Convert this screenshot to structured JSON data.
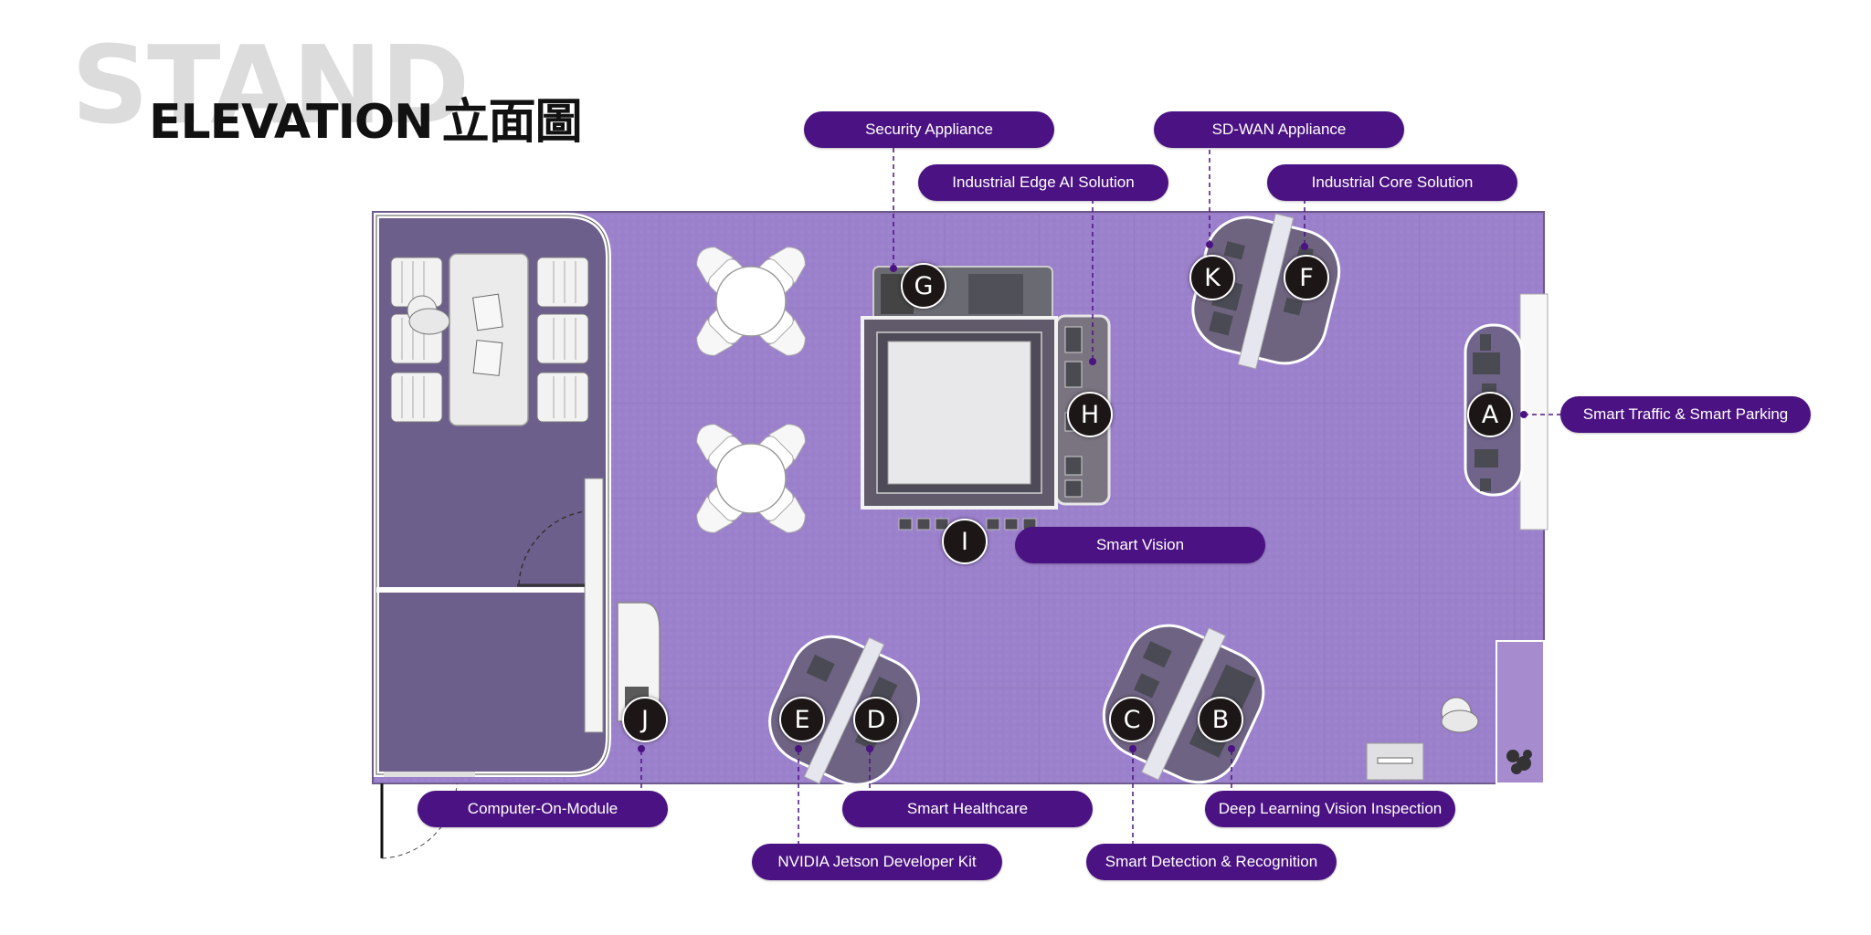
{
  "header": {
    "watermark": "STAND",
    "title": "ELEVATION",
    "title_cjk": "立面圖"
  },
  "colors": {
    "floor": "#9b7fca",
    "label_bg": "#4a1282",
    "marker_bg": "#1c1616",
    "room": "#6e5f8e"
  },
  "zones": {
    "A": {
      "letter": "A",
      "label": "Smart Traffic & Smart Parking"
    },
    "B": {
      "letter": "B",
      "label": "Deep Learning Vision Inspection"
    },
    "C": {
      "letter": "C",
      "label": "Smart Detection & Recognition"
    },
    "D": {
      "letter": "D",
      "label": "Smart Healthcare"
    },
    "E": {
      "letter": "E",
      "label": "NVIDIA Jetson Developer Kit"
    },
    "F": {
      "letter": "F",
      "label": "Industrial Core Solution"
    },
    "G": {
      "letter": "G",
      "label": "Security Appliance"
    },
    "H": {
      "letter": "H",
      "label": "Industrial Edge AI Solution"
    },
    "I": {
      "letter": "I",
      "label": "Smart Vision"
    },
    "J": {
      "letter": "J",
      "label": "Computer-On-Module"
    },
    "K": {
      "letter": "K",
      "label": "SD-WAN Appliance"
    }
  }
}
